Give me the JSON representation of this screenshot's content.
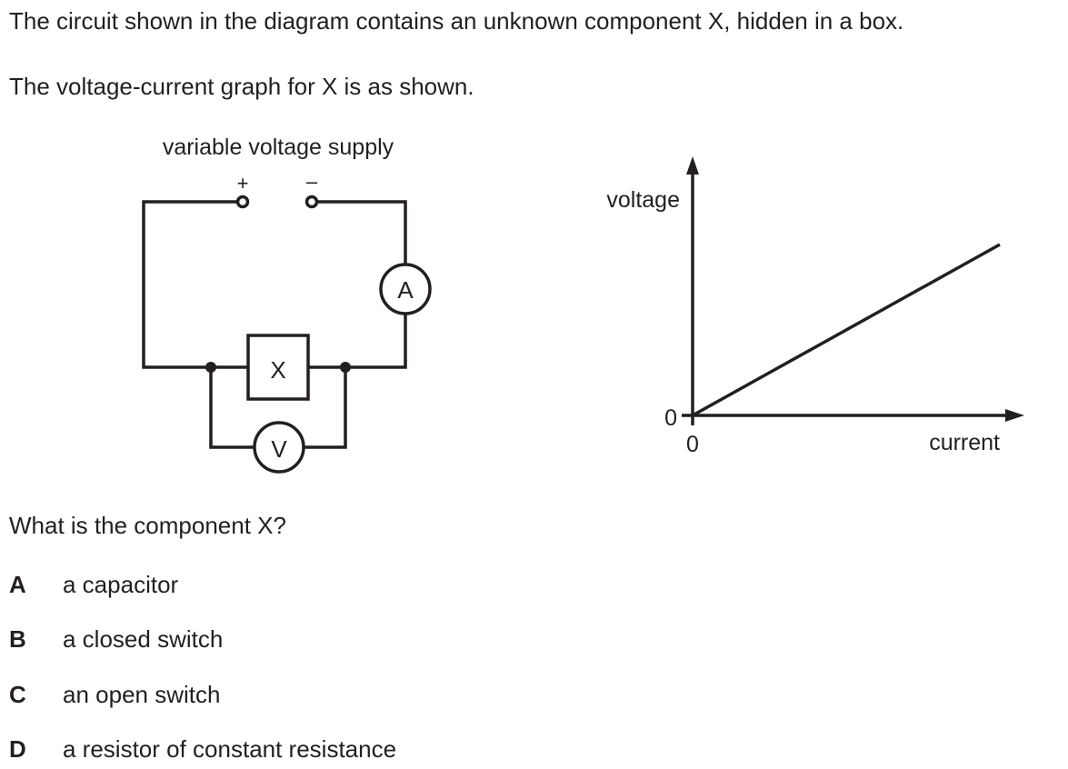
{
  "question": {
    "line1": "The circuit shown in the diagram contains an unknown component X, hidden in a box.",
    "line2": "The voltage-current graph for X is as shown.",
    "prompt": "What is the component X?"
  },
  "circuit": {
    "supply_label": "variable voltage supply",
    "plus_symbol": "+",
    "minus_symbol": "–",
    "component_label": "X",
    "ammeter_label": "A",
    "voltmeter_label": "V"
  },
  "chart_data": {
    "type": "line",
    "title": "",
    "xlabel": "current",
    "ylabel": "voltage",
    "x_tick_labels": [
      "0"
    ],
    "y_tick_labels": [
      "0"
    ],
    "series": [
      {
        "name": "X",
        "x": [
          0,
          1
        ],
        "y": [
          0,
          1
        ]
      }
    ],
    "note": "straight line through origin (proportional); axes unscaled",
    "grid": false
  },
  "options": [
    {
      "letter": "A",
      "text": "a capacitor"
    },
    {
      "letter": "B",
      "text": "a closed switch"
    },
    {
      "letter": "C",
      "text": "an open switch"
    },
    {
      "letter": "D",
      "text": "a resistor of constant resistance"
    }
  ]
}
